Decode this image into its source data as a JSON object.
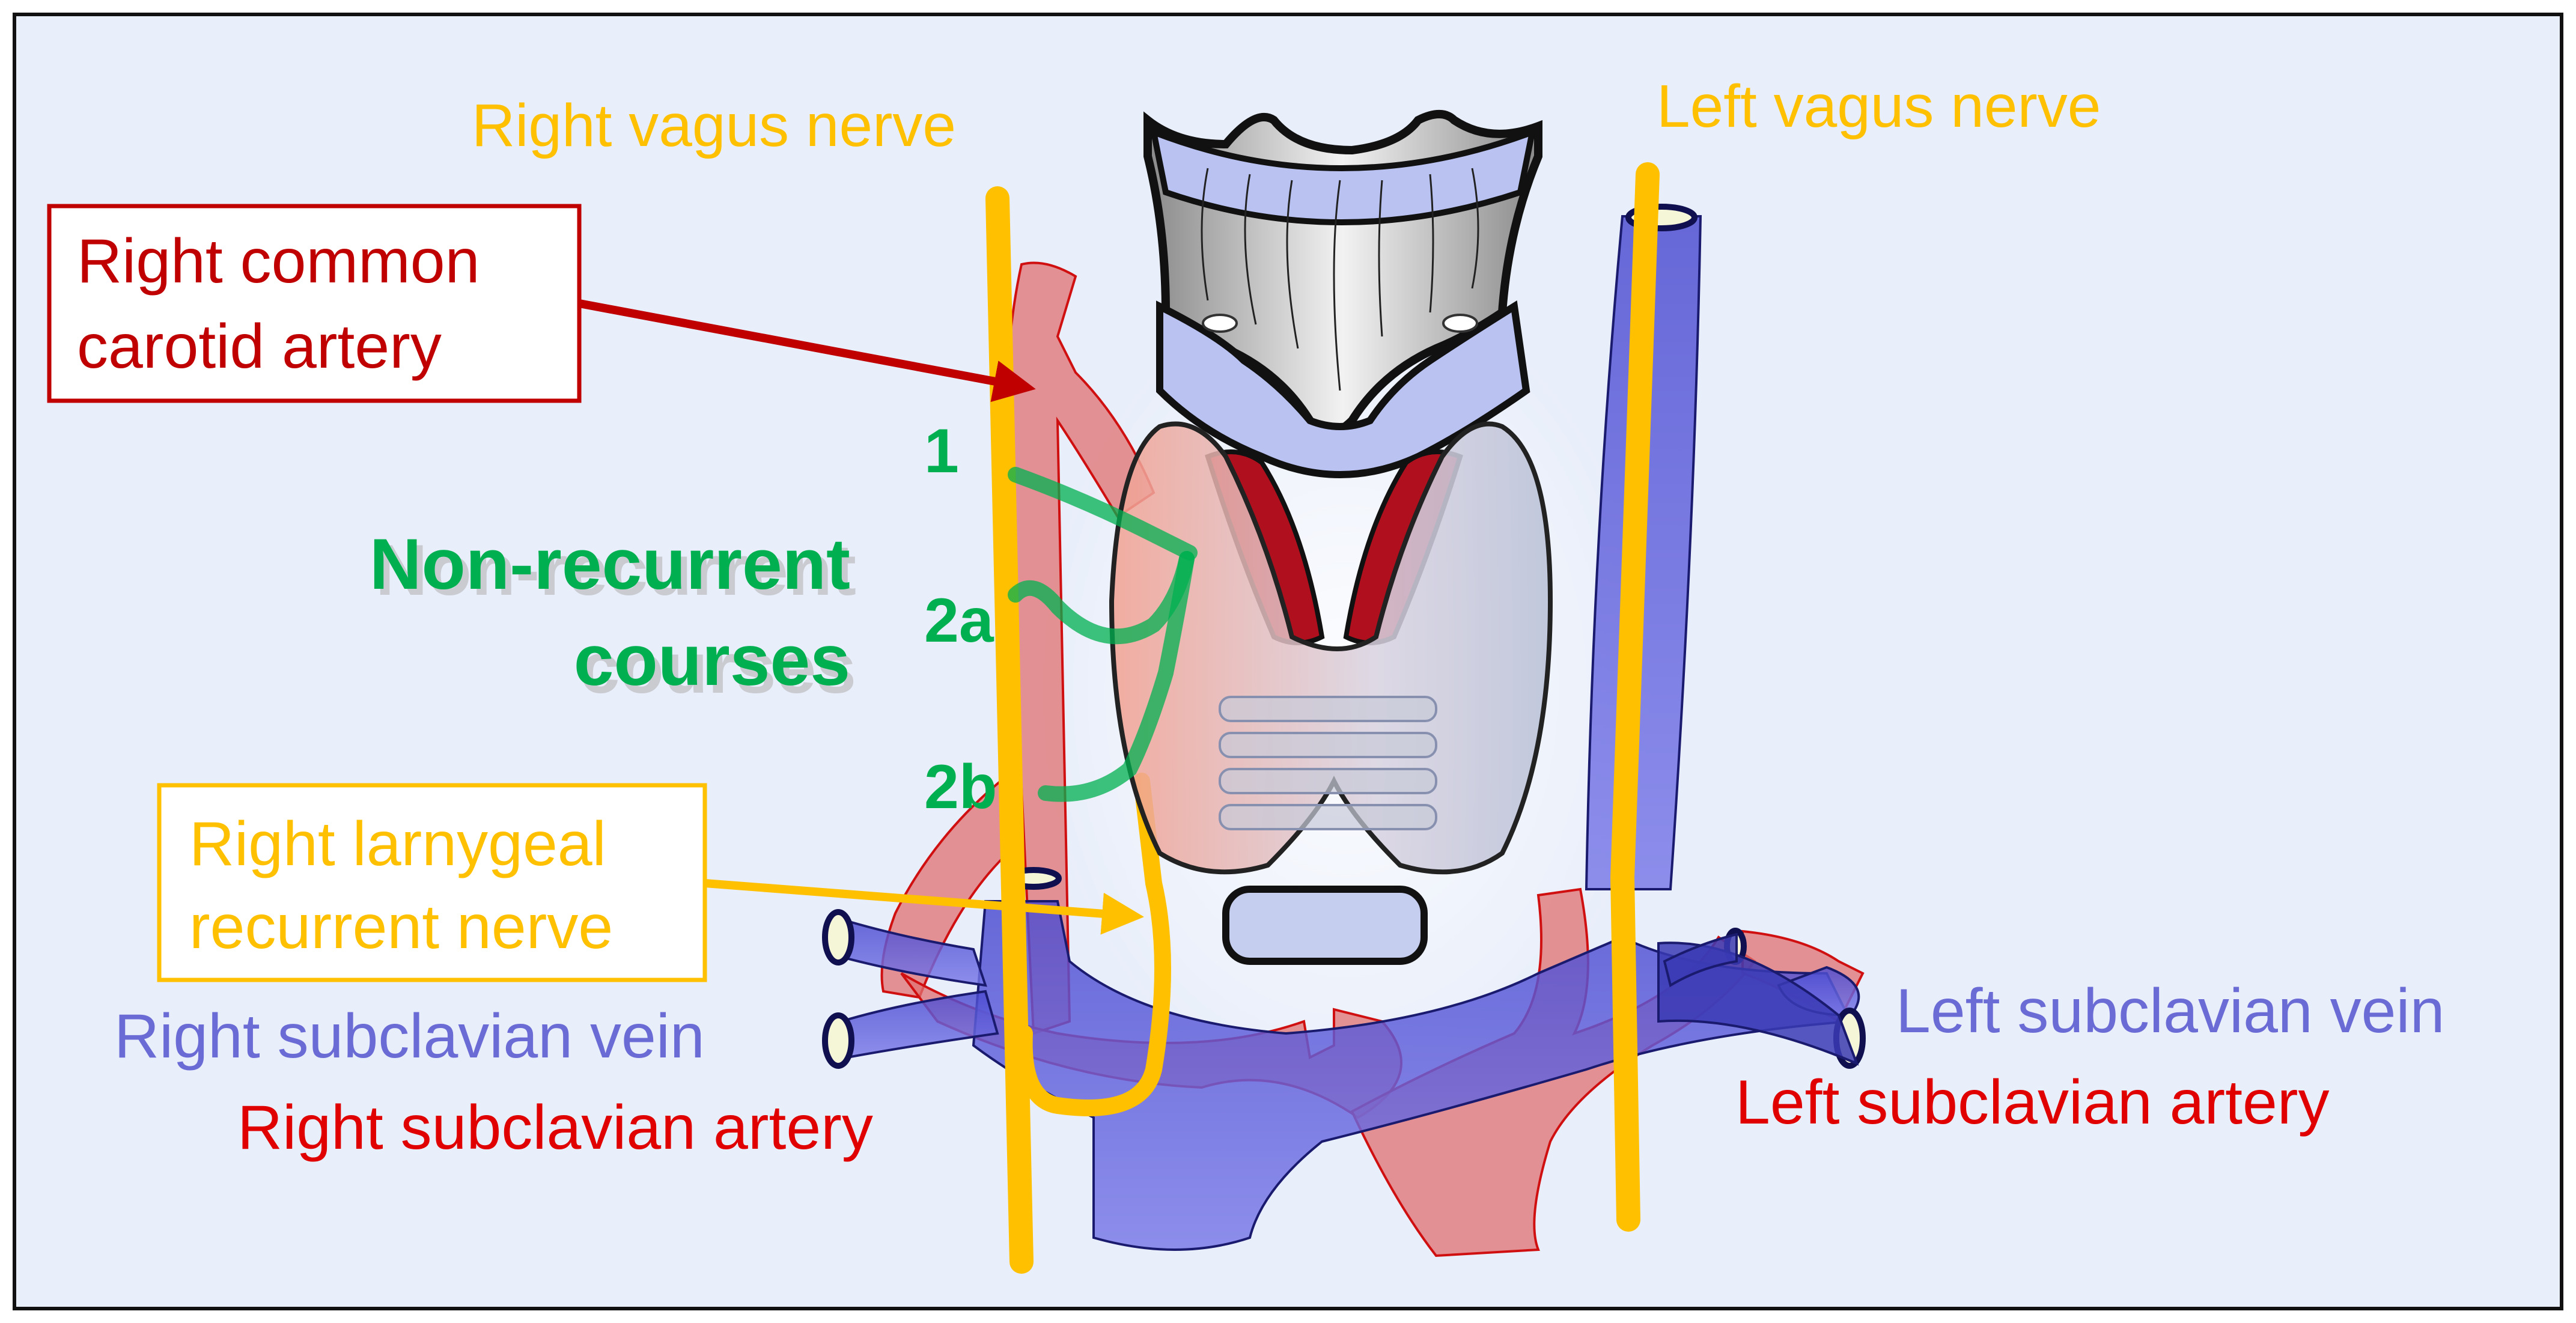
{
  "labels": {
    "right_vagus": "Right vagus nerve",
    "left_vagus": "Left vagus nerve",
    "rcca_line1": "Right common",
    "rcca_line2": "carotid artery",
    "n1": "1",
    "n2a": "2a",
    "n2b": "2b",
    "nonrec_line1": "Non-recurrent",
    "nonrec_line2": "courses",
    "rlrn_line1": "Right larnygeal",
    "rlrn_line2": "recurrent nerve",
    "right_subclavian_vein": "Right subclavian vein",
    "right_subclavian_artery": "Right subclavian artery",
    "left_subclavian_vein": "Left subclavian vein",
    "left_subclavian_artery": "Left subclavian artery"
  },
  "colors": {
    "background": "#e8eefa",
    "nerve": "#ffc000",
    "artery_label": "#e00000",
    "carotid_box": "#c00000",
    "vein_label": "#6b6bd6",
    "nonrecurrent": "#00b050"
  }
}
